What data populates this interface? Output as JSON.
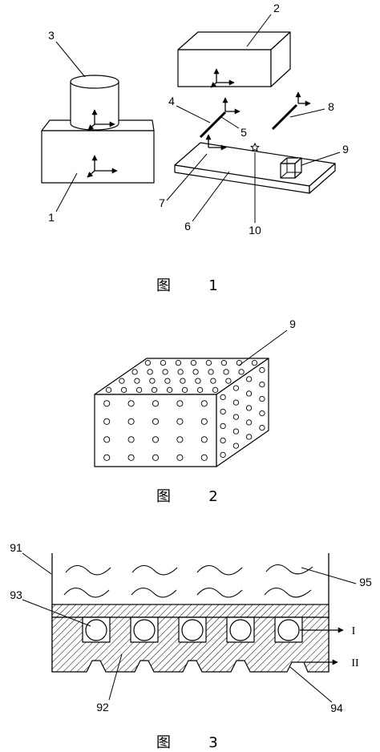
{
  "colors": {
    "ink": "#000000"
  },
  "figure1": {
    "caption_char": "图",
    "caption_num": "1",
    "part_1": "1",
    "part_2": "2",
    "part_3": "3",
    "part_4": "4",
    "part_5": "5",
    "part_6": "6",
    "part_7": "7",
    "part_8": "8",
    "part_9": "9",
    "part_10": "10"
  },
  "figure2": {
    "caption_char": "图",
    "caption_num": "2",
    "part_9": "9"
  },
  "figure3": {
    "caption_char": "图",
    "caption_num": "3",
    "part_91": "91",
    "part_92": "92",
    "part_93": "93",
    "part_94": "94",
    "part_95": "95",
    "level_1": "I",
    "level_2": "II"
  }
}
